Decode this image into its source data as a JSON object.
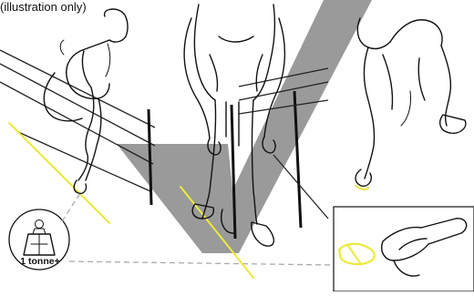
{
  "caption": "(illustration only)",
  "weight_label": "1 tonne+",
  "colors": {
    "ink": "#111111",
    "tick_band": "#9a9a9a",
    "highlight": "#ecea3a",
    "leader_line": "#aaaaaa",
    "background": "#ffffff"
  },
  "icons": [
    "weight-icon",
    "check-mark-band",
    "magnifier-inset"
  ]
}
